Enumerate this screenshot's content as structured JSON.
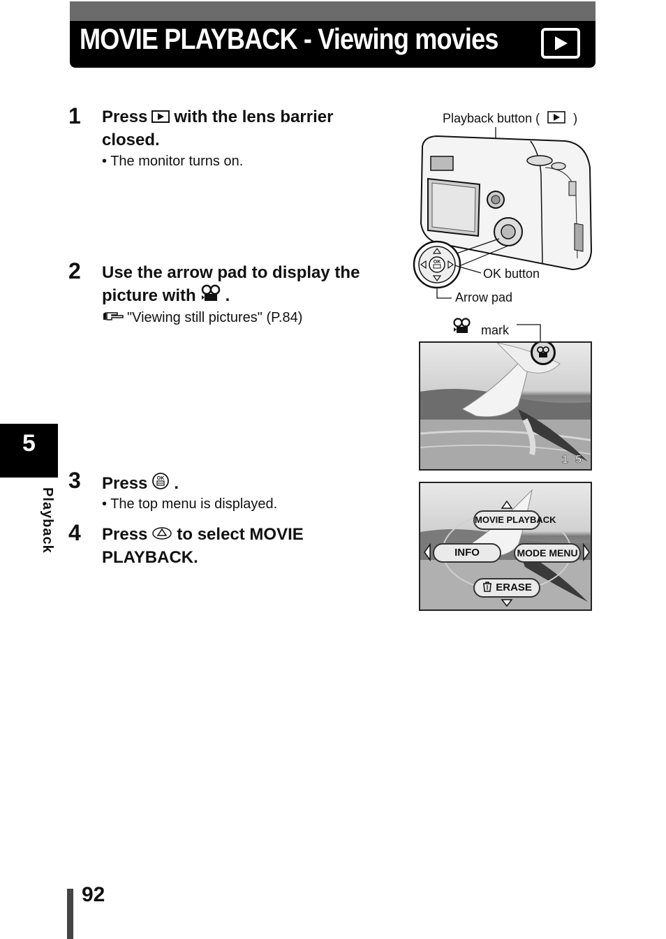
{
  "header": {
    "title": "MOVIE PLAYBACK - Viewing movies",
    "icon": "playback-icon"
  },
  "steps": [
    {
      "number": "1",
      "text_a": "Press",
      "text_b": "with the lens barrier",
      "text_c": "closed.",
      "note": "•  The monitor turns on."
    },
    {
      "number": "2",
      "text_a": "Use the arrow pad to display the",
      "text_b": "picture with",
      "text_c": ".",
      "note": "\"Viewing still pictures\" (P.84)"
    },
    {
      "number": "3",
      "text_a": "Press",
      "text_b": ".",
      "note": "•  The top menu is displayed."
    },
    {
      "number": "4",
      "text_a": "Press",
      "text_b": "to select MOVIE",
      "text_c": "PLAYBACK."
    }
  ],
  "callouts": {
    "playback_button_a": "Playback button (",
    "playback_button_b": ")",
    "ok_button": "OK button",
    "arrow_pad": "Arrow pad",
    "mark": "mark",
    "frame_number": "1 5"
  },
  "menu": {
    "top": "MOVIE PLAYBACK",
    "left": "INFO",
    "right": "MODE MENU",
    "bottom": "ERASE"
  },
  "side_tab": {
    "chapter": "5",
    "label": "Playback"
  },
  "footer": {
    "page_number": "92"
  }
}
